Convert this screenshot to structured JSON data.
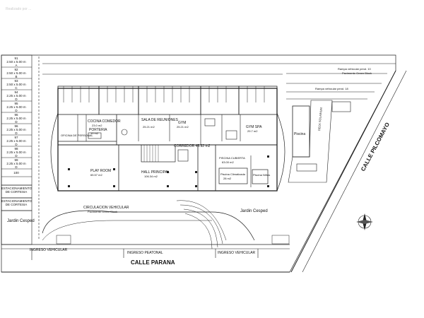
{
  "watermark": "Realizado por ...",
  "streets": {
    "parana": "CALLE PARANA",
    "pilcomayo": "CALLE PILCOMAYO"
  },
  "entries": {
    "vehicular_left": "INGRESO VEHICULAR",
    "peatonal": "INGRESO PEATONAL",
    "vehicular_right": "INGRESO VEHICULAR"
  },
  "parking": [
    {
      "num": "91",
      "size": "2.50 x 5.00 m",
      "letter": "A"
    },
    {
      "num": "92",
      "size": "2.50 x 5.00 m",
      "letter": "B"
    },
    {
      "num": "93",
      "size": "2.50 x 5.00 m",
      "letter": "C"
    },
    {
      "num": "94",
      "size": "2.25 x 5.00 m",
      "letter": "D"
    },
    {
      "num": "95",
      "size": "2.25 x 5.00 m",
      "letter": "D"
    },
    {
      "num": "96",
      "size": "2.25 x 5.00 m",
      "letter": "D"
    },
    {
      "num": "96",
      "size": "2.25 x 5.00 m",
      "letter": "D"
    },
    {
      "num": "97",
      "size": "2.25 x 5.00 m",
      "letter": "D"
    },
    {
      "num": "98",
      "size": "2.25 x 5.00 m",
      "letter": "D"
    },
    {
      "num": "99",
      "size": "2.25 x 5.00 m",
      "letter": "D"
    },
    {
      "num": "100",
      "size": "",
      "letter": ""
    }
  ],
  "courtesy": [
    "ESTACIONAMIENTO DE CORTESIA",
    "ESTACIONAMIENTO DE CORTESIA"
  ],
  "rooms": {
    "cocina": "COCINA COMEDOR",
    "cocina_area": "23.0 m2",
    "porteria": "PORTERIA",
    "porteria_area": "10 m2",
    "oficina": "OFICINA DE PERSONAL",
    "sala": "SALA DE REUNIONES",
    "sala_area": "25.21 m2",
    "gym": "GYM",
    "gym_area": "25.21 m2",
    "gym_spa": "GYM SPA",
    "gym_spa_area": "29.7 m2",
    "corredor": "CORREDOR 45.92 m2",
    "play_room": "PLAY ROOM",
    "play_room_area": "65.57 m2",
    "hall": "HALL PRINCIPAL",
    "hall_area": "106.34 m2",
    "piscina_cubierta": "PISCINA CUBIERTA",
    "piscina_cubierta_area": "63.00 m2",
    "piscina_climatizada": "Piscina Climatizada",
    "piscina_climatizada_area": "28 m2",
    "piscina_ninos": "Piscina Niños",
    "piscina": "Piscina",
    "deck": "DECK SOLARIUM"
  },
  "circulacion": "CIRCULACION VEHICULAR",
  "pavimento": "Pavimento Green Block",
  "jardin_left": "Jardin Cesped",
  "jardin_right": "Jardin Cesped",
  "rampa1": "Rampa vehicular pend. 10",
  "rampa1_pav": "Pavimento Green Block",
  "rampa2": "Rampa vehicular pend. 18"
}
